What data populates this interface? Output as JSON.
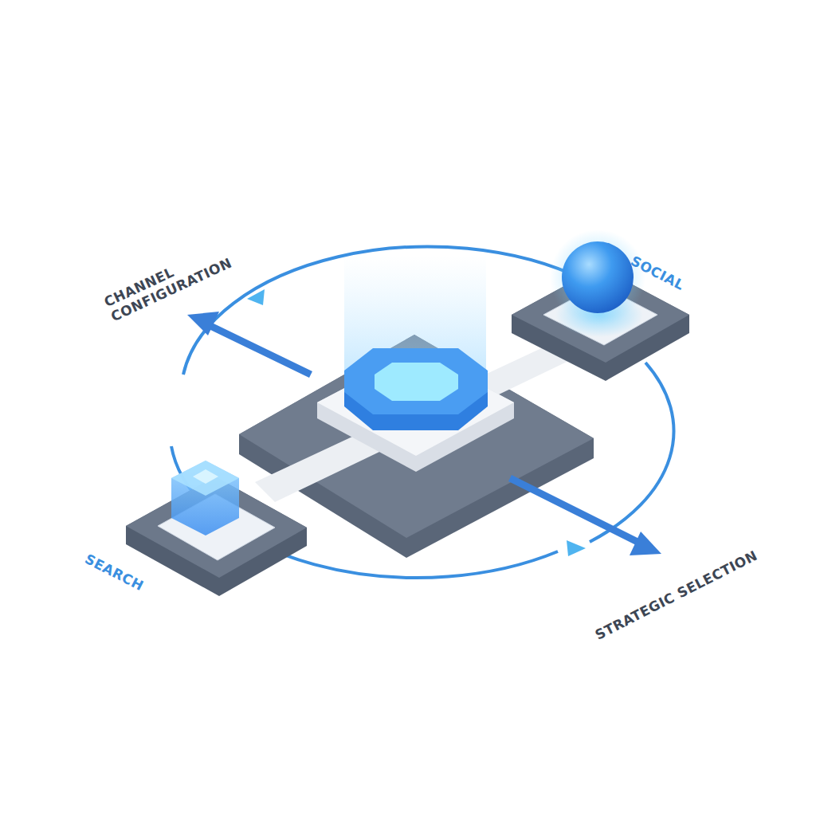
{
  "diagram": {
    "labels": [
      "CHANNEL CONFIGURATION",
      "SOCIAL",
      "SEARCH",
      "STRATEGIC SELECTION"
    ]
  }
}
